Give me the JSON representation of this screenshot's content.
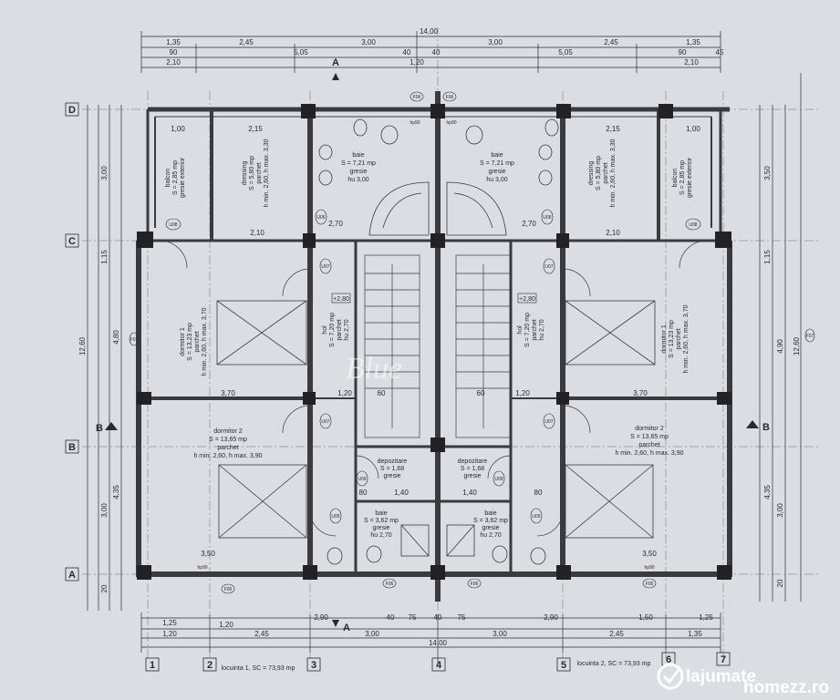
{
  "plan": {
    "overall_top": "14,00",
    "overall_bottom": "14,00",
    "overall_left": "12,60",
    "overall_right": "12,60",
    "top_dims_row1": [
      "1,35",
      "2,45",
      "3,00",
      "3,00",
      "2,45",
      "1,35"
    ],
    "top_dims_row2": [
      "90",
      "5,05",
      "40",
      "40",
      "5,05",
      "90"
    ],
    "top_dims_row3": [
      "2,10",
      "1,20",
      "2,10",
      "45"
    ],
    "bottom_dims_row1": [
      "1,25",
      "2,90",
      "40",
      "75",
      "40",
      "75",
      "2,90",
      "1,50",
      "1,25"
    ],
    "bottom_dims_row2": [
      "1,20",
      "1,20",
      "2,45",
      "3,00",
      "3,00",
      "2,45",
      "1,35"
    ],
    "left_dims": [
      "3,00",
      "1,15",
      "4,80",
      "3,00",
      "4,35",
      "20"
    ],
    "right_dims": [
      "3,50",
      "1,15",
      "4,90",
      "3,00",
      "4,35",
      "20"
    ],
    "section_marks": [
      "A",
      "A",
      "B",
      "B"
    ],
    "axes_rows": [
      "D",
      "C",
      "B",
      "A"
    ],
    "axes_cols": [
      "1",
      "2",
      "3",
      "4",
      "5",
      "6",
      "7"
    ],
    "rooms": [
      {
        "name": "balcon",
        "area": "S = 2,85 mp",
        "finish": "gresie exterior"
      },
      {
        "name": "dressing",
        "area": "S = 5,80 mp",
        "finish": "parchet",
        "height": "h min. 2,60, h max. 3,30"
      },
      {
        "name": "baie",
        "area": "S = 7,21 mp",
        "finish": "gresie",
        "height": "hu 3,00"
      },
      {
        "name": "baie",
        "area": "S = 7,21 mp",
        "finish": "gresie",
        "height": "hu 3,00"
      },
      {
        "name": "dressing",
        "area": "S = 5,80 mp",
        "finish": "parchet",
        "height": "h min. 2,60, h max. 3,30"
      },
      {
        "name": "balcon",
        "area": "S = 2,85 mp",
        "finish": "gresie exterior"
      },
      {
        "name": "dormitor 1",
        "area": "S = 13,23 mp",
        "finish": "parchet",
        "height": "h min. 2,60, h max. 3,70"
      },
      {
        "name": "hol",
        "area": "S = 7,20 mp",
        "finish": "parchet",
        "height": "hu 2,70"
      },
      {
        "name": "hol",
        "area": "S = 7,20 mp",
        "finish": "parchet",
        "height": "hu 2,70"
      },
      {
        "name": "dormitor 1",
        "area": "S = 13,23 mp",
        "finish": "parchet",
        "height": "h min. 2,60, h max. 3,70"
      },
      {
        "name": "dormitor 2",
        "area": "S = 13,65 mp",
        "finish": "parchet",
        "height": "h min. 2,60, h max. 3,90"
      },
      {
        "name": "depozitare",
        "area": "S = 1,68",
        "finish": "gresie"
      },
      {
        "name": "depozitare",
        "area": "S = 1,68",
        "finish": "gresie"
      },
      {
        "name": "dormitor 2",
        "area": "S = 13,65 mp",
        "finish": "parchet",
        "height": "h min. 2,60, h max. 3,90"
      },
      {
        "name": "baie",
        "area": "S = 3,62 mp",
        "finish": "gresie",
        "height": "hu 2,70"
      },
      {
        "name": "baie",
        "area": "S = 3,62 mp",
        "finish": "gresie",
        "height": "hu 2,70"
      }
    ],
    "level_marks": [
      "+2,80",
      "+2,80"
    ],
    "door_tags": [
      "U08",
      "U06",
      "U06",
      "U07",
      "U07",
      "U08",
      "U07",
      "U07",
      "U09",
      "U09",
      "U05",
      "U05"
    ],
    "window_tags": [
      "F06",
      "F06",
      "F07",
      "F07",
      "F05",
      "F05",
      "F06",
      "F06",
      "hp90",
      "hp90",
      "hp90",
      "hp90"
    ],
    "unit_labels": [
      "locuinta 1, SC = 73,93 mp",
      "locuinta 2, SC = 73,93 mp"
    ],
    "inner_dims": [
      "3,70",
      "3,70",
      "1,20",
      "1,20",
      "60",
      "60",
      "1,40",
      "1,40",
      "2,70",
      "2,70",
      "2,10",
      "2,10",
      "3,50",
      "3,50",
      "2,15",
      "2,15",
      "1,00",
      "1,00",
      "80",
      "80"
    ]
  },
  "watermark": "Blue",
  "brand": "lajumate",
  "brand2": "homezz.ro",
  "colors": {
    "paper": "#dcdde3",
    "line": "#2a2a2e",
    "wall": "#3a3a3f",
    "column": "#222226",
    "brand": "#ffffff"
  }
}
